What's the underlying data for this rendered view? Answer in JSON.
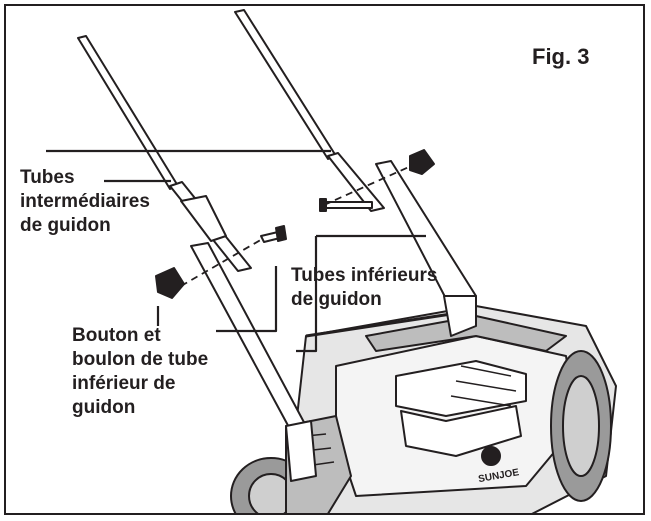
{
  "figure": {
    "title": "Fig. 3",
    "labels": {
      "intermediate_tubes": [
        "Tubes",
        "intermédiaires",
        "de guidon"
      ],
      "lower_tubes": [
        "Tubes inférieurs",
        "de guidon"
      ],
      "knob_bolt": [
        "Bouton et",
        "boulon de tube",
        "inférieur de",
        "guidon"
      ],
      "brand": "SUNJOE"
    }
  },
  "colors": {
    "ink": "#231f20",
    "machine_gray": "#d9d9d9",
    "machine_dark": "#6d6d6d"
  }
}
